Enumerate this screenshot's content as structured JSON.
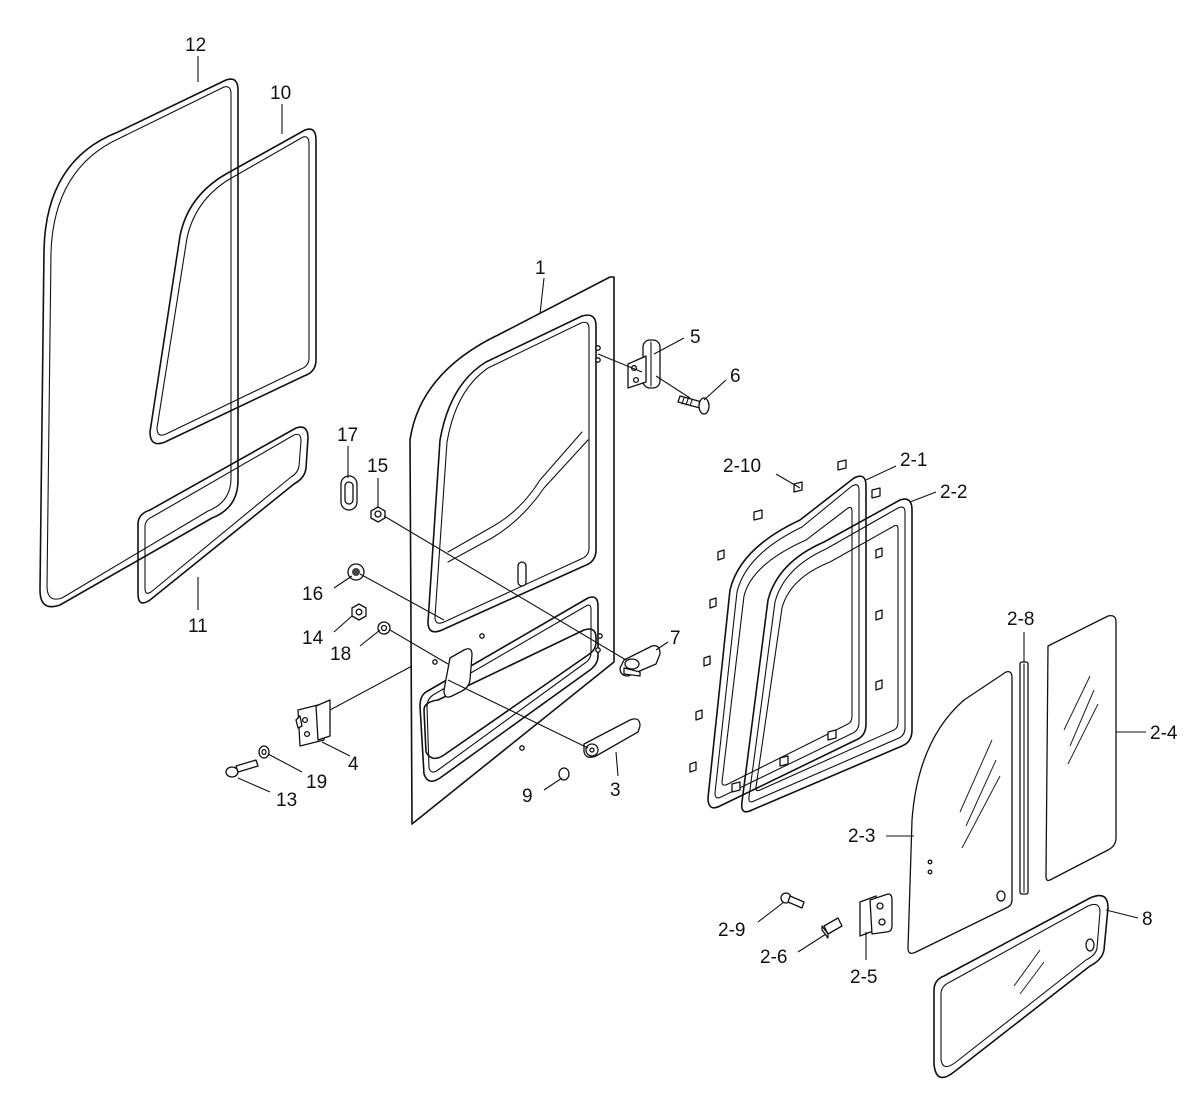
{
  "callouts": {
    "c12": "12",
    "c10": "10",
    "c11": "11",
    "c1": "1",
    "c5": "5",
    "c6": "6",
    "c17": "17",
    "c15": "15",
    "c16": "16",
    "c14": "14",
    "c18": "18",
    "c7": "7",
    "c4": "4",
    "c19": "19",
    "c13": "13",
    "c9": "9",
    "c3": "3",
    "c2_10": "2-10",
    "c2_1": "2-1",
    "c2_2": "2-2",
    "c2_8": "2-8",
    "c2_4": "2-4",
    "c2_3": "2-3",
    "c8": "8",
    "c2_9": "2-9",
    "c2_6": "2-6",
    "c2_5": "2-5"
  }
}
